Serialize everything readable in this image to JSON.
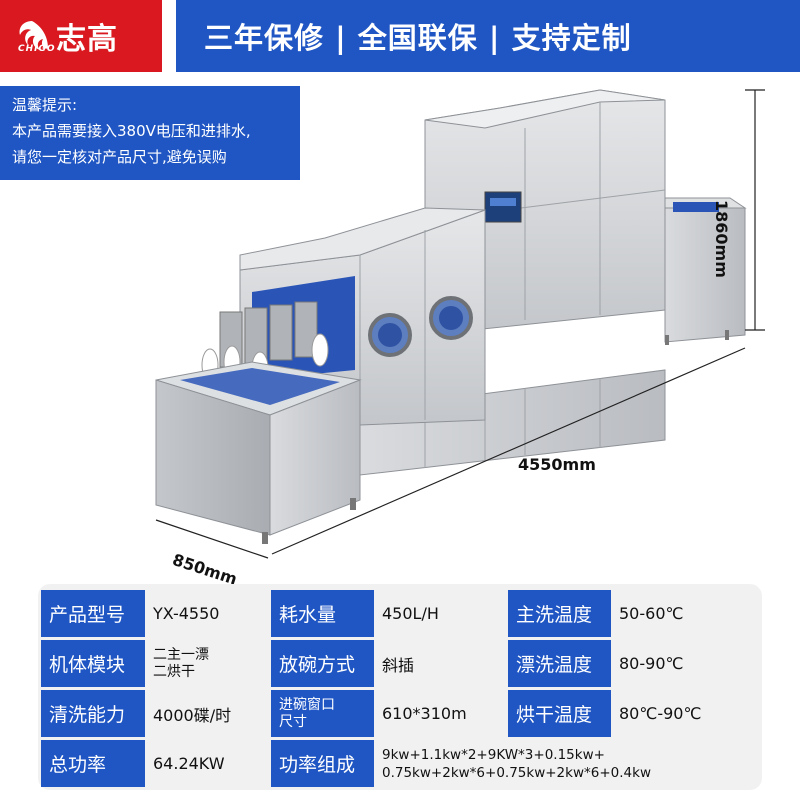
{
  "header": {
    "brand_name": "志高",
    "brand_sub": "CHIGO",
    "banner_text": "三年保修 | 全国联保 | 支持定制"
  },
  "notice": {
    "title": "温馨提示:",
    "line1": "本产品需要接入380V电压和进排水,",
    "line2": "请您一定核对产品尺寸,避免误购"
  },
  "dimensions": {
    "height": "1860mm",
    "length": "4550mm",
    "depth": "850mm"
  },
  "specs": {
    "r1": {
      "l1": "产品型号",
      "v1": "YX-4550",
      "l2": "耗水量",
      "v2": "450L/H",
      "l3": "主洗温度",
      "v3": "50-60℃"
    },
    "r2": {
      "l1": "机体模块",
      "v1": "二主一漂\n二烘干",
      "l2": "放碗方式",
      "v2": "斜插",
      "l3": "漂洗温度",
      "v3": "80-90℃"
    },
    "r3": {
      "l1": "清洗能力",
      "v1": "4000碟/时",
      "l2": "进碗窗口\n尺寸",
      "v2": "610*310m",
      "l3": "烘干温度",
      "v3": "80℃-90℃"
    },
    "r4": {
      "l1": "总功率",
      "v1": "64.24KW",
      "l2": "功率组成",
      "v2a": "9kw+1.1kw*2+9KW*3+0.15kw+",
      "v2b": "0.75kw+2kw*6+0.75kw+2kw*6+0.4kw"
    }
  },
  "colors": {
    "brand_red": "#d9191f",
    "accent_blue": "#1f56c4",
    "table_bg": "#f1f1f1",
    "steel": "#c9ccd0"
  }
}
